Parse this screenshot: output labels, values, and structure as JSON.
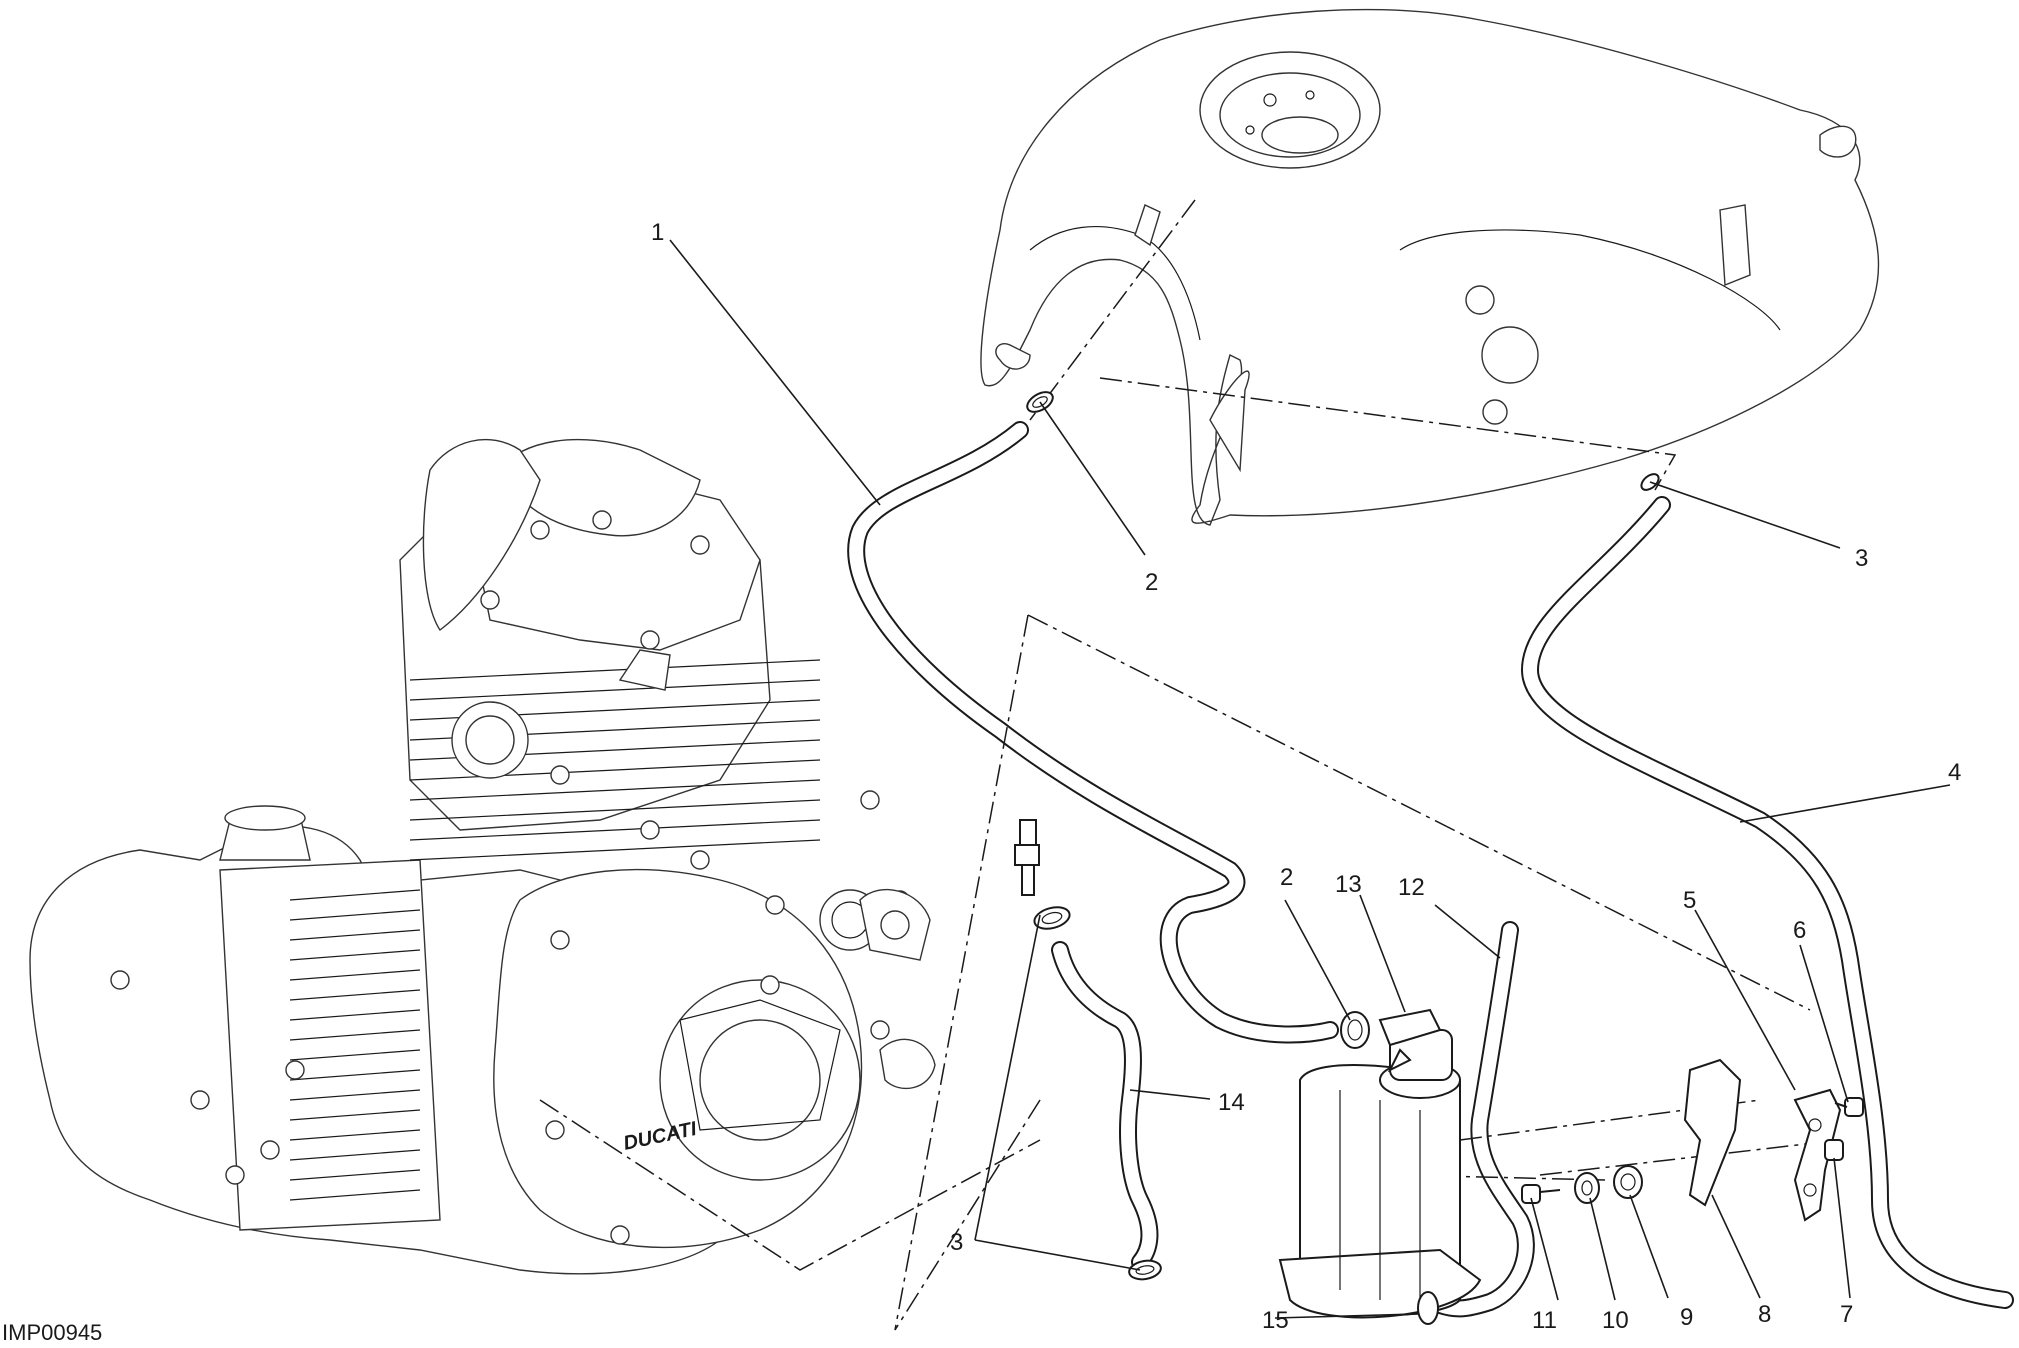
{
  "drawing_code": "IMP00945",
  "callouts": [
    {
      "id": "c1",
      "label": "1"
    },
    {
      "id": "c2a",
      "label": "2"
    },
    {
      "id": "c3a",
      "label": "3"
    },
    {
      "id": "c4",
      "label": "4"
    },
    {
      "id": "c2b",
      "label": "2"
    },
    {
      "id": "c13",
      "label": "13"
    },
    {
      "id": "c12",
      "label": "12"
    },
    {
      "id": "c5",
      "label": "5"
    },
    {
      "id": "c6",
      "label": "6"
    },
    {
      "id": "c14",
      "label": "14"
    },
    {
      "id": "c3b",
      "label": "3"
    },
    {
      "id": "c15",
      "label": "15"
    },
    {
      "id": "c11",
      "label": "11"
    },
    {
      "id": "c10",
      "label": "10"
    },
    {
      "id": "c9",
      "label": "9"
    },
    {
      "id": "c8",
      "label": "8"
    },
    {
      "id": "c7",
      "label": "7"
    }
  ],
  "engine_logo": "DUCATI",
  "colors": {
    "ink": "#1a1a1a",
    "paper": "#ffffff"
  }
}
